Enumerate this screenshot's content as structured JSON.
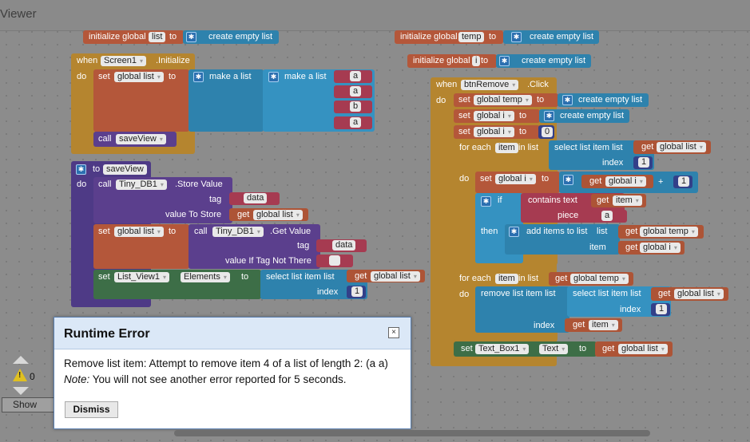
{
  "viewer": {
    "title": "Viewer"
  },
  "blocks": {
    "init_list": {
      "label": "initialize global",
      "var": "list",
      "to": "to",
      "value": "create empty list"
    },
    "init_temp": {
      "label": "initialize global",
      "var": "temp",
      "to": "to",
      "value": "create empty list"
    },
    "init_i": {
      "label": "initialize global",
      "var": "i",
      "to": "to",
      "value": "create empty list"
    },
    "screen_init": {
      "when": "when",
      "component": "Screen1",
      "event": ".Initialize",
      "do": "do",
      "set": "set",
      "var": "global list",
      "to": "to",
      "make1": "make a list",
      "make2": "make a list",
      "items": [
        "a",
        "a",
        "b",
        "a"
      ],
      "call": "call",
      "proc": "saveView"
    },
    "save_view": {
      "to": "to",
      "name": "saveView",
      "do": "do",
      "call": "call",
      "db": "Tiny_DB1",
      "method_store": ".Store Value",
      "tag": "tag",
      "tag_val": "data",
      "value_to_store": "value To Store",
      "get": "get",
      "get_var": "global list",
      "set": "set",
      "set_var": "global list",
      "set_to": "to",
      "method_get": ".Get Value",
      "tag2": "tag",
      "tag2_val": "data",
      "value_if_missing": "value If Tag Not There",
      "empty_str": "",
      "set2": "set",
      "list_view": "List_View1",
      "elements": "Elements",
      "to2": "to",
      "select": "select list item  list",
      "get2": "get",
      "get2_var": "global list",
      "index": "index",
      "index_val": "1"
    },
    "btn_remove": {
      "when": "when",
      "component": "btnRemove",
      "event": ".Click",
      "do": "do",
      "set_temp": "set",
      "temp_var": "global temp",
      "to": "to",
      "create_empty": "create empty list",
      "set_i": "set",
      "i_var": "global i",
      "create_empty2": "create empty list",
      "set_i2": "set",
      "i_var2": "global i",
      "zero": "0",
      "for_each": "for each",
      "item": "item",
      "in_list": "in list",
      "select": "select list item  list",
      "get": "get",
      "get_list": "global list",
      "index": "index",
      "one": "1",
      "do2": "do",
      "set_i3": "set",
      "i_var3": "global i",
      "get_i": "global i",
      "plus": "+",
      "one2": "1",
      "if": "if",
      "contains": "contains  text",
      "get_item": "get",
      "item_var": "item",
      "piece": "piece",
      "a_val": "a",
      "then": "then",
      "add_items": "add items to list",
      "list_lbl": "list",
      "get_temp": "global temp",
      "item_lbl": "item",
      "get_i2": "global i",
      "for_each2": "for each",
      "item2": "item",
      "in_list2": "in list",
      "get_temp2": "global temp",
      "do3": "do",
      "remove": "remove list item  list",
      "select2": "select list item  list",
      "get_list2": "global list",
      "index2": "index",
      "one3": "1",
      "index3": "index",
      "get_item2": "item",
      "set_tb": "set",
      "textbox": "Text_Box1",
      "text_prop": "Text",
      "to_tb": "to",
      "get_list3": "global list"
    }
  },
  "dialog": {
    "title": "Runtime Error",
    "close": "×",
    "message": "Remove list item: Attempt to remove item 4 of a list of length 2: (a a)",
    "note_label": "Note:",
    "note_text": " You will not see another error reported for 5 seconds.",
    "dismiss": "Dismiss"
  },
  "warnings": {
    "count": "0",
    "show_button": "Show Warnings"
  }
}
